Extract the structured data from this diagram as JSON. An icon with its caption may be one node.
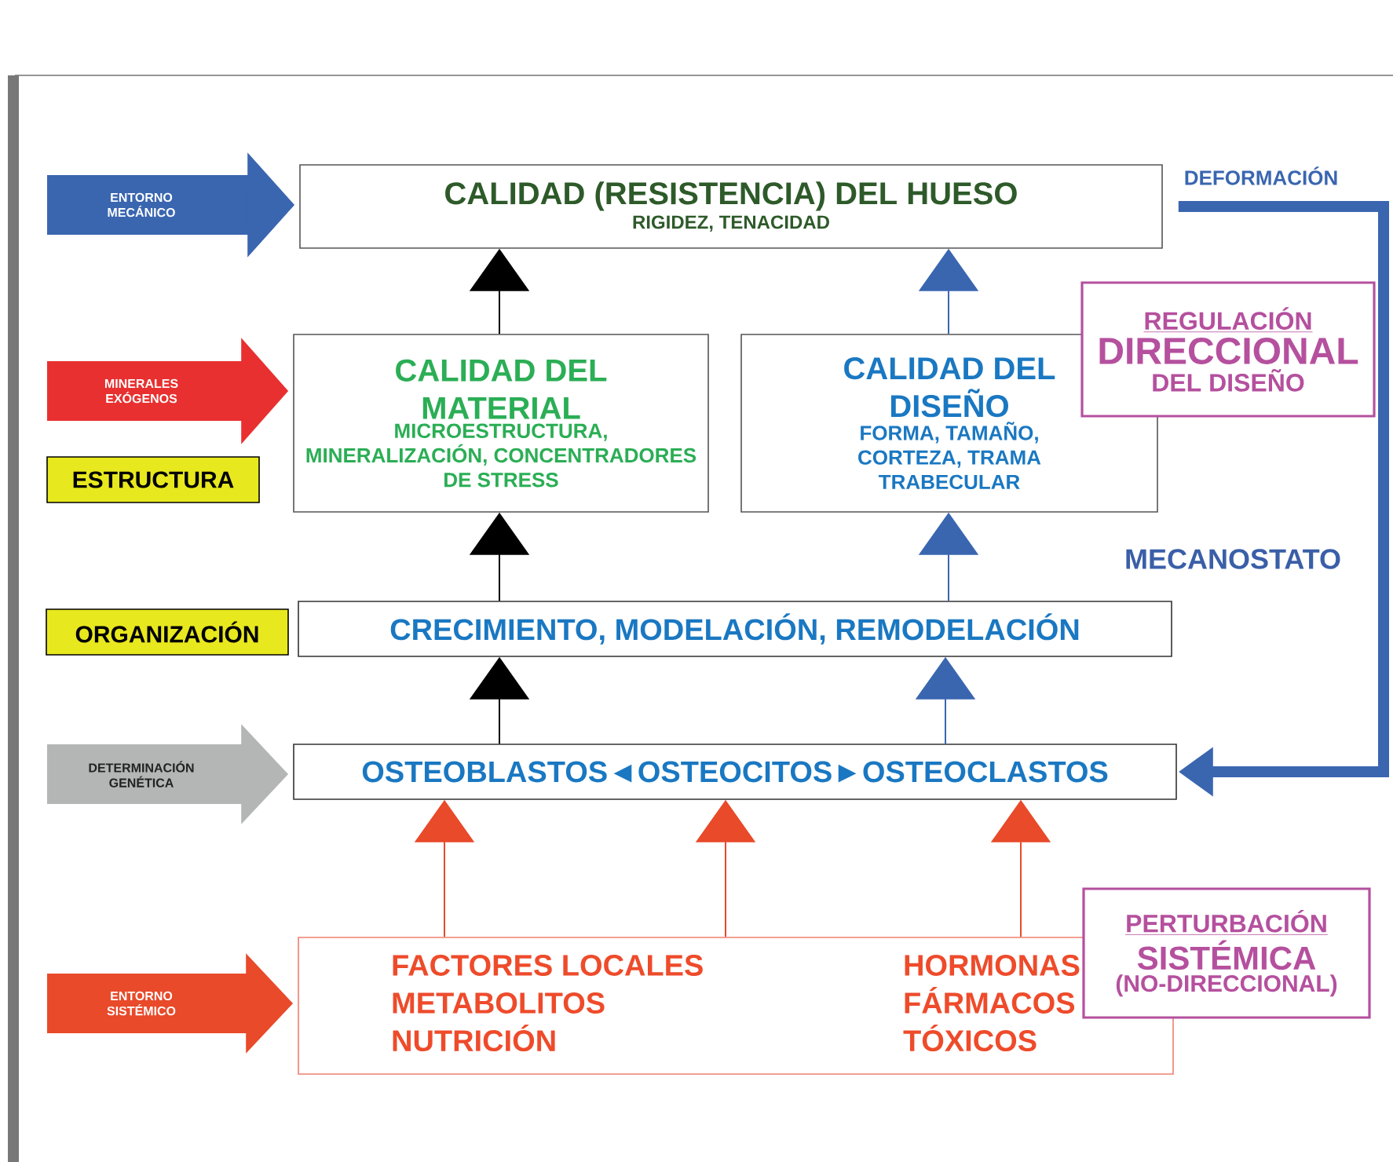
{
  "diagram": {
    "nodes": [
      {
        "text": [
          "CALIDAD (RESISTENCIA) DEL HUESO",
          "RIGIDEZ, TENACIDAD"
        ]
      },
      {
        "text": [
          "CALIDAD DEL MATERIAL",
          "MICROESTRUCTURA, MINERALIZACIÓN, CONCENTRADORES DE STRESS"
        ]
      },
      {
        "text": [
          "CALIDAD DEL DISEÑO",
          "FORMA, TAMAÑO, CORTEZA, TRAMA TRABECULAR"
        ]
      },
      {
        "text": [
          "CRECIMIENTO, MODELACIÓN, REMODELACIÓN"
        ]
      },
      {
        "text": [
          "OSTEOBLASTOS◄OSTEOCITOS►OSTEOCLASTOS"
        ]
      },
      {
        "text": [
          "FACTORES LOCALES",
          "HORMONAS",
          "METABOLITOS",
          "FÁRMACOS",
          "NUTRICIÓN",
          "TÓXICOS"
        ]
      },
      {
        "text": [
          "REGULACIÓN",
          "DIRECCIONAL",
          "DEL DISEÑO"
        ]
      },
      {
        "text": [
          "PERTURBACIÓN",
          "SISTÉMICA",
          "(NO-DIRECCIONAL)"
        ]
      },
      {
        "text": [
          "ESTRUCTURA"
        ]
      },
      {
        "text": [
          "ORGANIZACIÓN"
        ]
      }
    ],
    "edges": [
      {
        "from": 1,
        "to": 0,
        "arrow": "to",
        "color": "#000000"
      },
      {
        "from": 2,
        "to": 0,
        "arrow": "to",
        "color": "#3a66b0"
      },
      {
        "from": 3,
        "to": 1,
        "arrow": "to",
        "color": "#000000"
      },
      {
        "from": 3,
        "to": 2,
        "arrow": "to",
        "color": "#3a66b0"
      },
      {
        "from": 4,
        "to": 3,
        "arrow": "to",
        "color": "#000000"
      },
      {
        "from": 4,
        "to": 3,
        "arrow": "to",
        "color": "#3a66b0"
      },
      {
        "from": 5,
        "to": 4,
        "arrow": "to",
        "color": "#e84a2a"
      },
      {
        "from": 5,
        "to": 4,
        "arrow": "to",
        "color": "#e84a2a"
      },
      {
        "from": 5,
        "to": 4,
        "arrow": "to",
        "color": "#e84a2a"
      },
      {
        "from": 0,
        "to": 4,
        "arrow": "to",
        "label": "MECANOSTATO",
        "style": "thick",
        "color": "#3a66b0"
      },
      {
        "from": null,
        "to": 0,
        "arrow": "to",
        "label": "ENTORNO MECÁNICO",
        "style": "thick",
        "color": "#3a66b0"
      },
      {
        "from": null,
        "to": 1,
        "arrow": "to",
        "label": "MINERALES EXÓGENOS",
        "style": "thick",
        "color": "#e83030"
      },
      {
        "from": null,
        "to": 4,
        "arrow": "to",
        "label": "DETERMINACIÓN GENÉTICA",
        "style": "thick",
        "color": "#b4b6b6"
      },
      {
        "from": null,
        "to": 5,
        "arrow": "to",
        "label": "ENTORNO SISTÉMICO",
        "style": "thick",
        "color": "#e84a2a"
      }
    ],
    "labels": [
      "DEFORMACIÓN"
    ]
  }
}
